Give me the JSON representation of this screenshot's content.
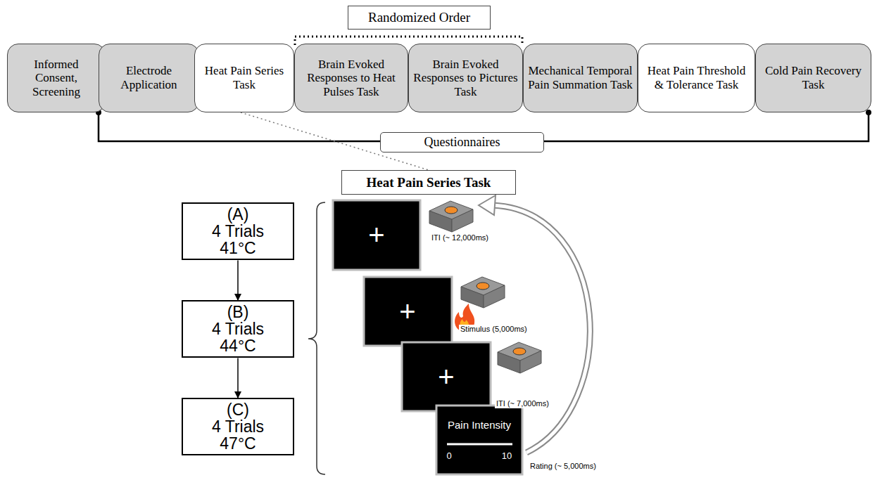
{
  "diagram": {
    "nodes": [
      {
        "text": [
          "Randomized Order"
        ]
      },
      {
        "text": [
          "Informed Consent, Screening"
        ]
      },
      {
        "text": [
          "Electrode Application"
        ]
      },
      {
        "text": [
          "Heat Pain Series Task"
        ]
      },
      {
        "text": [
          "Brain Evoked Responses to Heat Pulses Task"
        ]
      },
      {
        "text": [
          "Brain Evoked Responses to Pictures Task"
        ]
      },
      {
        "text": [
          "Mechanical Temporal Pain Summation Task"
        ]
      },
      {
        "text": [
          "Heat Pain Threshold & Tolerance Task"
        ]
      },
      {
        "text": [
          "Cold Pain Recovery Task"
        ]
      },
      {
        "text": [
          "Questionnaires"
        ]
      },
      {
        "text": [
          "Heat Pain Series Task"
        ]
      },
      {
        "text": [
          "(A)",
          "4 Trials",
          "41°C"
        ]
      },
      {
        "text": [
          "(B)",
          "4 Trials",
          "44°C"
        ]
      },
      {
        "text": [
          "(C)",
          "4 Trials",
          "47°C"
        ]
      }
    ],
    "edges": [
      {
        "from": 1,
        "to": 8,
        "arrow": "none"
      },
      {
        "from": 3,
        "to": 10,
        "arrow": "none"
      },
      {
        "from": 11,
        "to": 12,
        "arrow": "to"
      },
      {
        "from": 12,
        "to": 13,
        "arrow": "to"
      }
    ],
    "labels": [
      "+",
      "+",
      "+",
      "Pain Intensity",
      "0",
      "10",
      "ITI (~ 12,000ms)",
      "Stimulus (5,000ms)",
      "ITI (~ 7,000ms)",
      "Rating (~ 5,000ms)"
    ]
  }
}
